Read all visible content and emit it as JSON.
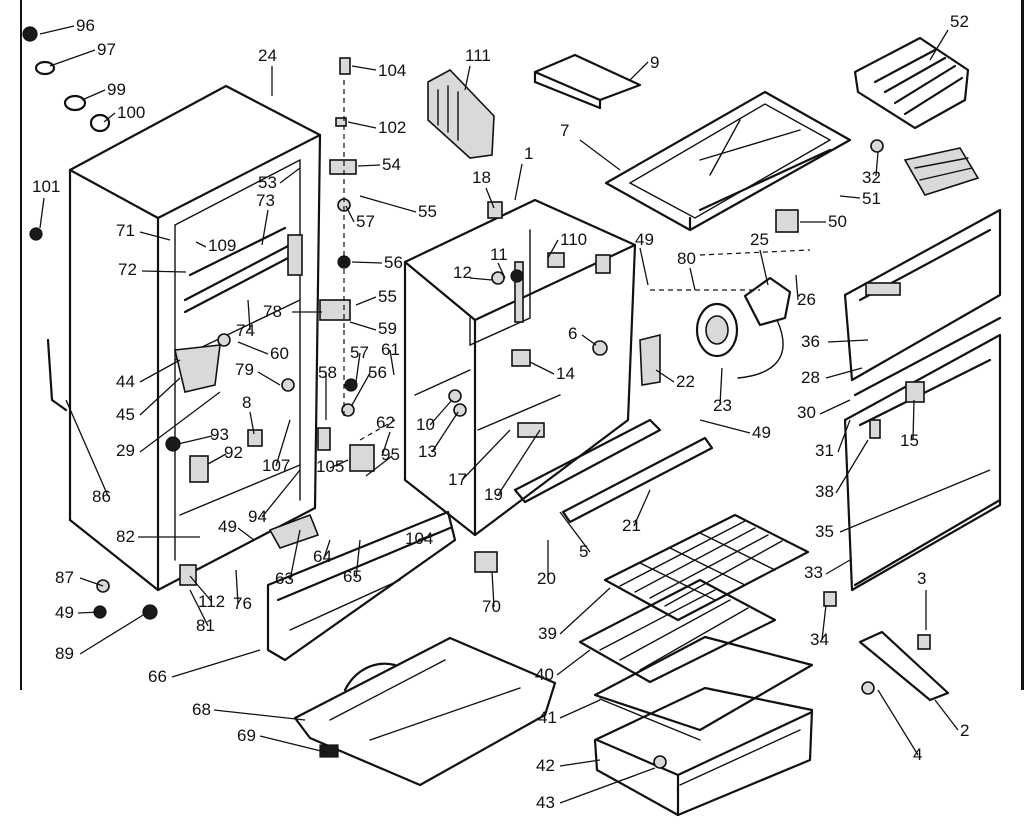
{
  "callouts": [
    {
      "label": "96"
    },
    {
      "label": "97"
    },
    {
      "label": "99"
    },
    {
      "label": "100"
    },
    {
      "label": "24"
    },
    {
      "label": "104"
    },
    {
      "label": "111"
    },
    {
      "label": "9"
    },
    {
      "label": "52"
    },
    {
      "label": "102"
    },
    {
      "label": "7"
    },
    {
      "label": "54"
    },
    {
      "label": "53"
    },
    {
      "label": "55"
    },
    {
      "label": "1"
    },
    {
      "label": "101"
    },
    {
      "label": "73"
    },
    {
      "label": "57"
    },
    {
      "label": "18"
    },
    {
      "label": "32"
    },
    {
      "label": "51"
    },
    {
      "label": "71"
    },
    {
      "label": "109"
    },
    {
      "label": "50"
    },
    {
      "label": "110"
    },
    {
      "label": "25"
    },
    {
      "label": "49"
    },
    {
      "label": "56"
    },
    {
      "label": "11"
    },
    {
      "label": "80"
    },
    {
      "label": "72"
    },
    {
      "label": "12"
    },
    {
      "label": "26"
    },
    {
      "label": "55"
    },
    {
      "label": "78"
    },
    {
      "label": "74"
    },
    {
      "label": "59"
    },
    {
      "label": "6"
    },
    {
      "label": "36"
    },
    {
      "label": "60"
    },
    {
      "label": "61"
    },
    {
      "label": "57"
    },
    {
      "label": "44"
    },
    {
      "label": "28"
    },
    {
      "label": "14"
    },
    {
      "label": "22"
    },
    {
      "label": "79"
    },
    {
      "label": "56"
    },
    {
      "label": "58"
    },
    {
      "label": "23"
    },
    {
      "label": "45"
    },
    {
      "label": "30"
    },
    {
      "label": "8"
    },
    {
      "label": "10"
    },
    {
      "label": "49"
    },
    {
      "label": "62"
    },
    {
      "label": "31"
    },
    {
      "label": "15"
    },
    {
      "label": "29"
    },
    {
      "label": "13"
    },
    {
      "label": "93"
    },
    {
      "label": "95"
    },
    {
      "label": "92"
    },
    {
      "label": "107"
    },
    {
      "label": "105"
    },
    {
      "label": "17"
    },
    {
      "label": "19"
    },
    {
      "label": "38"
    },
    {
      "label": "86"
    },
    {
      "label": "94"
    },
    {
      "label": "35"
    },
    {
      "label": "49"
    },
    {
      "label": "21"
    },
    {
      "label": "104"
    },
    {
      "label": "82"
    },
    {
      "label": "5"
    },
    {
      "label": "64"
    },
    {
      "label": "63"
    },
    {
      "label": "65"
    },
    {
      "label": "20"
    },
    {
      "label": "33"
    },
    {
      "label": "87"
    },
    {
      "label": "3"
    },
    {
      "label": "49"
    },
    {
      "label": "112"
    },
    {
      "label": "76"
    },
    {
      "label": "70"
    },
    {
      "label": "39"
    },
    {
      "label": "34"
    },
    {
      "label": "81"
    },
    {
      "label": "89"
    },
    {
      "label": "40"
    },
    {
      "label": "66"
    },
    {
      "label": "2"
    },
    {
      "label": "41"
    },
    {
      "label": "68"
    },
    {
      "label": "4"
    },
    {
      "label": "69"
    },
    {
      "label": "42"
    },
    {
      "label": "43"
    }
  ]
}
